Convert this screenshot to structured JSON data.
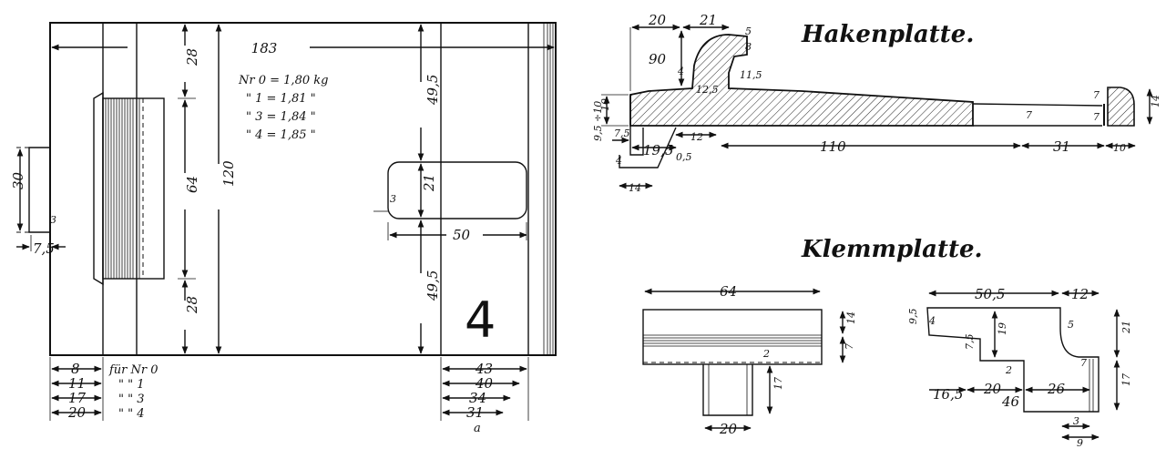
{
  "titles": {
    "hook_plate": "Hakenplatte.",
    "clamp_plate": "Klemmplatte."
  },
  "weights": [
    {
      "label": "Nr 0",
      "value": "= 1,80 kg"
    },
    {
      "label": "\" 1",
      "value": "= 1,81 \""
    },
    {
      "label": "\" 3",
      "value": "= 1,84 \""
    },
    {
      "label": "\" 4",
      "value": "= 1,85 \""
    }
  ],
  "main_drawing": {
    "top_width": "183",
    "height": "120",
    "upper_section": "28",
    "mid_section": "64",
    "lower_section": "28",
    "right_upper": "49,5",
    "right_lower": "49,5",
    "slot_height": "21",
    "slot_width": "50",
    "slot_radius": "3",
    "left_tab_height": "30",
    "left_tab_width": "7,5",
    "left_tab_radius": "3",
    "big_number": "4",
    "section_mark": "a"
  },
  "bottom_left_table": [
    {
      "dim": "8",
      "text": "für Nr 0"
    },
    {
      "dim": "11",
      "text": "\"   \"  1"
    },
    {
      "dim": "17",
      "text": "\"   \"  3"
    },
    {
      "dim": "20",
      "text": "\"   \"  4"
    }
  ],
  "bottom_right_table": [
    "43",
    "40",
    "34",
    "31"
  ],
  "hook_plate_dims": {
    "d20": "20",
    "d21": "21",
    "d90": "90",
    "d4": "4",
    "d10": "10",
    "d95_10": "9,5 ÷10",
    "d7_5": "7,5",
    "d19_5": "19,5",
    "d12": "12",
    "d0_5": "0,5",
    "d14": "14",
    "d110": "110",
    "d31": "31",
    "d10b": "10",
    "d7": "7",
    "d7b": "7",
    "d7c": "7",
    "d14b": "14",
    "d12_5": "12,5",
    "d8": "8",
    "d11_5": "11,5",
    "d5": "5",
    "d4b": "4"
  },
  "clamp_left_dims": {
    "width": "64",
    "height": "14",
    "lower": "7",
    "stem": "17",
    "stem_width": "20",
    "offset": "2"
  },
  "clamp_right_dims": {
    "width": "50,5",
    "d12": "12",
    "d9_5": "9,5",
    "d4": "4",
    "d19": "19",
    "d7_5": "7,5",
    "d5": "5",
    "d7": "7",
    "d21": "21",
    "d17": "17",
    "d16_5": "16,5",
    "d20": "20",
    "d26": "26",
    "d46": "46",
    "d3": "3",
    "d9": "9",
    "d2": "2"
  }
}
